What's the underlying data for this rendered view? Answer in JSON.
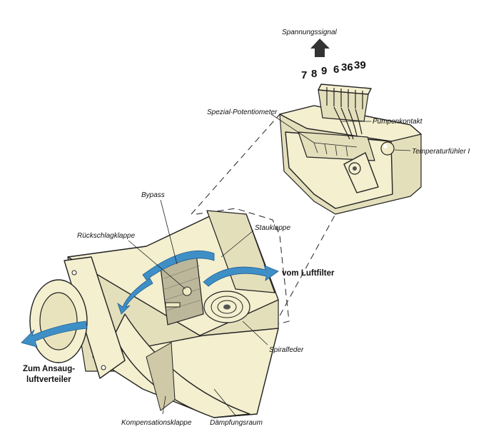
{
  "labels": {
    "voltage_signal": "Spannungssignal",
    "pins": [
      "7",
      "8",
      "9",
      "6",
      "36",
      "39"
    ],
    "special_potentiometer": "Spezial-Potentiometer",
    "pump_contact": "Pumpenkontakt",
    "temperature_sensor": "Temperaturfühler I",
    "bypass": "Bypass",
    "check_valve": "Rückschlagklappe",
    "baffle_flap": "Stauklappe",
    "from_air_filter": "vom Luftfilter",
    "spiral_spring": "Spiralfeder",
    "to_intake_line1": "Zum Ansaug-",
    "to_intake_line2": "luftverteiler",
    "compensation_flap": "Kompensationsklappe",
    "damping_chamber": "Dämpfungsraum"
  },
  "colors": {
    "housing": "#f3efcf",
    "airflow": "#3f8fc7",
    "outline": "#222222"
  }
}
